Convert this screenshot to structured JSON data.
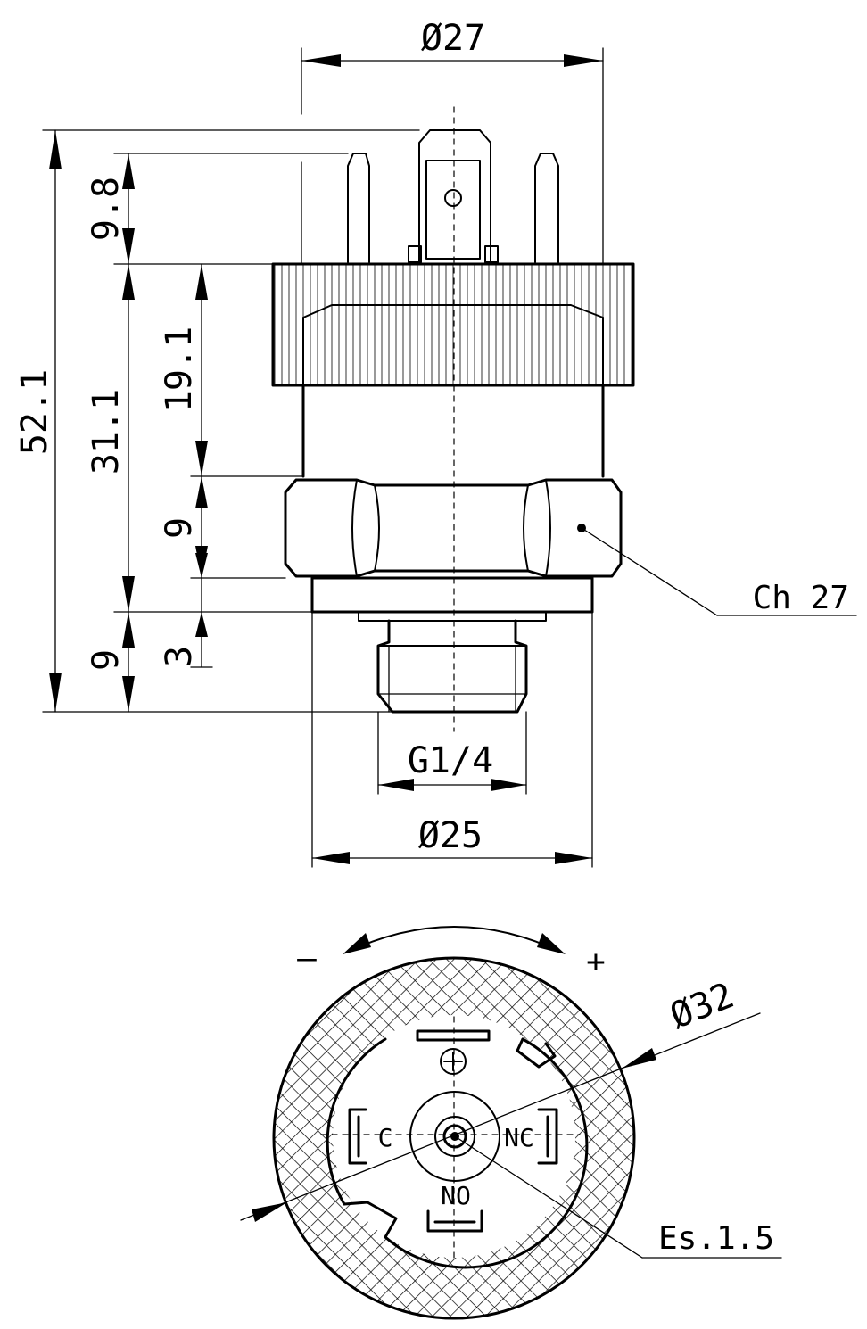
{
  "drawing": {
    "dimensions": {
      "top_diameter": "Ø27",
      "overall_height": "52.1",
      "pin_height": "9.8",
      "body_height": "31.1",
      "head_height": "19.1",
      "hex_height": "9",
      "thread_length": "9",
      "collar_height": "3",
      "thread_spec": "G1/4",
      "base_diameter": "Ø25",
      "plug_diameter": "Ø32"
    },
    "callouts": {
      "hex_size": "Ch 27",
      "cable_gland": "Es.1.5"
    },
    "rotation": {
      "minus": "–",
      "plus": "+"
    },
    "terminals": {
      "common": "C",
      "normally_closed": "NC",
      "normally_open": "NO"
    }
  }
}
